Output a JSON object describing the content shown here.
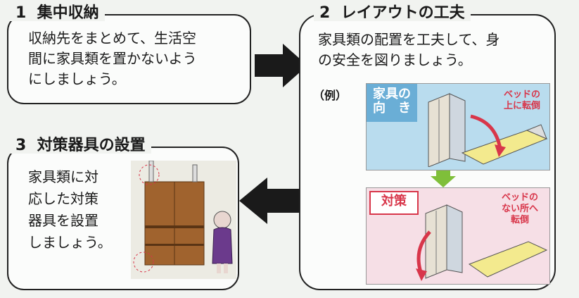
{
  "section1": {
    "number": "1",
    "title": "集中収納",
    "body": "収納先をまとめて、生活空\n間に家具類を置かないよう\nにしましょう。"
  },
  "section2": {
    "number": "2",
    "title": "レイアウトの工夫",
    "body": "家具類の配置を工夫して、身\nの安全を図りましょう。",
    "example_label": "（例）",
    "panel_top": {
      "label": "家具の\n向　き",
      "note": "ベッドの\n上に転倒",
      "label_color": "#6aaed6",
      "background": "#b9dcee"
    },
    "panel_bottom": {
      "label": "対策",
      "note": "ベッドの\nない所へ\n転倒",
      "label_color": "#d8364a",
      "background": "#f6dfe6"
    }
  },
  "section3": {
    "number": "3",
    "title": "対策器具の設置",
    "body": "家具類に対\n応した対策\n器具を設置\nしましょう。"
  },
  "colors": {
    "arrow": "#1a1a1a",
    "green_arrow": "#7fbf3a",
    "red_arrow": "#d8364a",
    "furniture": "#a0632e"
  }
}
